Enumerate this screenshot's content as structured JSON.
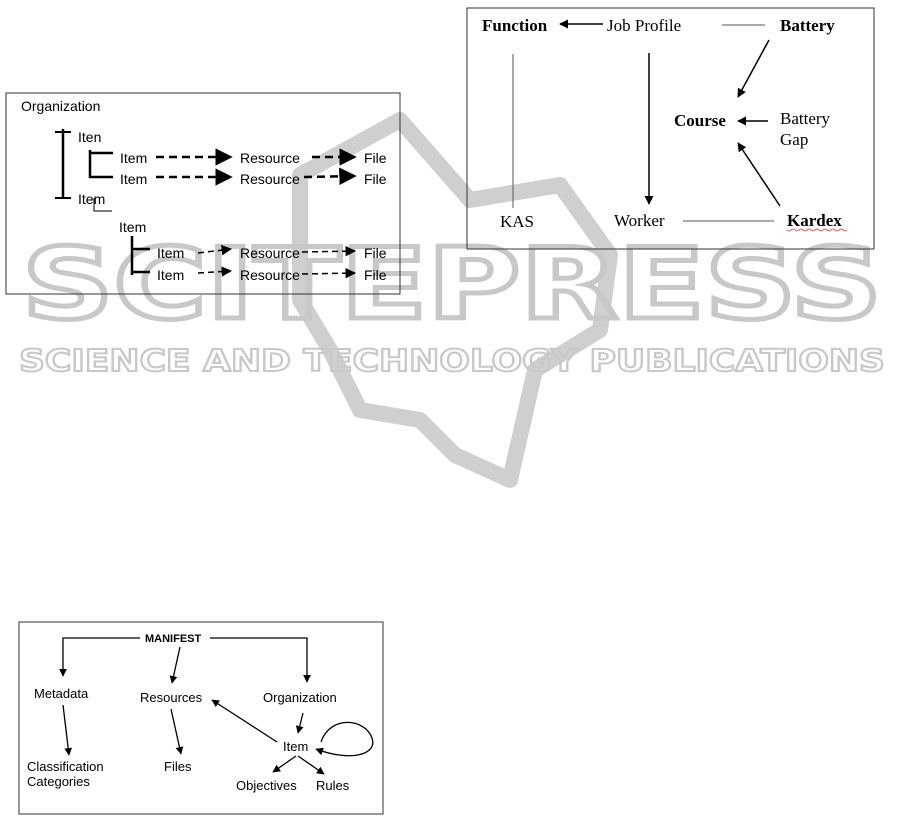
{
  "watermark": {
    "brand": "SCITEPRESS",
    "tagline": "SCIENCE AND TECHNOLOGY PUBLICATIONS",
    "color": "#c8c8c8"
  },
  "org_diagram": {
    "title": "Organization",
    "items": {
      "iten": "Iten",
      "item_a1": "Item",
      "item_a2": "Item",
      "item_b": "Item",
      "item_c": "Item",
      "item_c1": "Item",
      "item_c2": "Item"
    },
    "resources": [
      "Resource",
      "Resource",
      "Resource",
      "Resource"
    ],
    "files": [
      "File",
      "File",
      "File",
      "File"
    ]
  },
  "job_diagram": {
    "function": "Function",
    "job_profile": "Job Profile",
    "battery": "Battery",
    "course": "Course",
    "battery_gap_line1": "Battery",
    "battery_gap_line2": "Gap",
    "kas": "KAS",
    "worker": "Worker",
    "kardex": "Kardex"
  },
  "manifest_diagram": {
    "manifest": "MANIFEST",
    "metadata": "Metadata",
    "resources": "Resources",
    "organization": "Organization",
    "classification_line1": "Classification",
    "classification_line2": "Categories",
    "files": "Files",
    "item": "Item",
    "objectives": "Objectives",
    "rules": "Rules"
  }
}
